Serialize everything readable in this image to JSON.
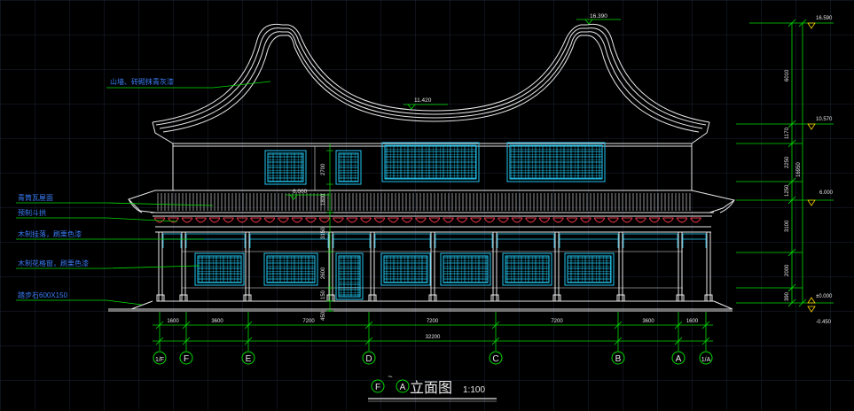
{
  "colors": {
    "background": "#000000",
    "grid": "#1c2436",
    "outline": "#e8e8e8",
    "window": "#1fc6f0",
    "dimension": "#00dd00",
    "annotation": "#3a7cf5",
    "ornament": "#ff3a50",
    "axis_bubble": "#00dd00",
    "level_mark": "#ffd400"
  },
  "title": {
    "axis_from": "F",
    "tilde": "~",
    "axis_to": "A",
    "name": "立面图",
    "scale": "1:100"
  },
  "notes": [
    "山墙、砖砌抹青灰漆",
    "青筒瓦屋面",
    "预制斗拱",
    "木制挂落，刷栗色漆",
    "木制花格窗，刷栗色漆",
    "踏步石600X150"
  ],
  "elevations": {
    "ridge": "16.390",
    "valley": "11.420",
    "eave": "6.000",
    "top": "16.590",
    "upper": "10.570",
    "mid": "6.000",
    "ground": "±0.000",
    "below": "-0.450"
  },
  "right_dims": {
    "total": "16950",
    "segments": [
      "6010",
      "1170",
      "2250",
      "1250",
      "3100",
      "2000",
      "390"
    ]
  },
  "inner_dims": [
    "2700",
    "1800",
    "3150",
    "2600",
    "150",
    "450"
  ],
  "bottom_dims": {
    "segments": [
      "1600",
      "3600",
      "7200",
      "7200",
      "7200",
      "3600",
      "1600"
    ],
    "total": "32200"
  },
  "axes": [
    "1/F",
    "F",
    "E",
    "D",
    "C",
    "B",
    "A",
    "1/A"
  ]
}
